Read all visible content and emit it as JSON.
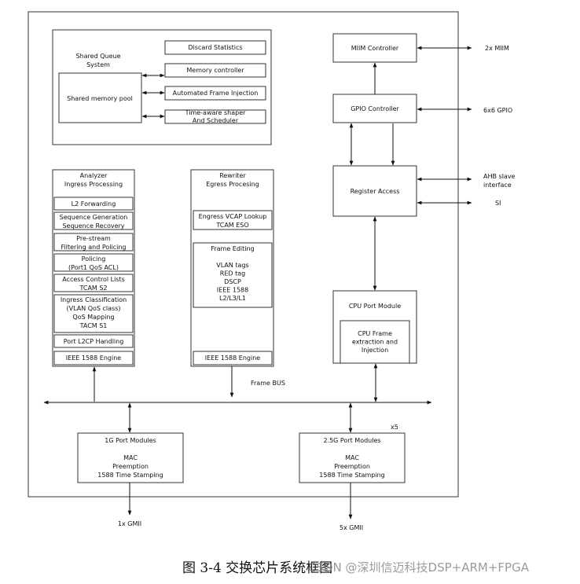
{
  "queue": {
    "title": [
      "Shared Queue",
      "System"
    ],
    "pool": "Shared memory pool",
    "blocks": [
      "Discard Statistics",
      "Memory controller",
      "Automated Frame Injection",
      [
        "Time-aware shaper",
        "And Scheduler"
      ]
    ]
  },
  "analyzer": {
    "title": [
      "Analyzer",
      "Ingress Processing"
    ],
    "blocks": [
      [
        "L2 Forwarding"
      ],
      [
        "Sequence Generation",
        "Sequence Recovery"
      ],
      [
        "Pre-stream",
        "Filtering and Policing"
      ],
      [
        "Policing",
        "(Port1 QoS ACL)"
      ],
      [
        "Access Control Lists",
        "TCAM S2"
      ],
      [
        "Ingress Classification",
        "(VLAN QoS class)",
        "QoS Mapping",
        "TACM S1"
      ],
      [
        "Port L2CP Handling"
      ],
      [
        "IEEE 1588 Engine"
      ]
    ]
  },
  "rewriter": {
    "title": [
      "Rewriter",
      "Egress Procesing"
    ],
    "vcap": [
      "Engress VCAP Lookup",
      "TCAM ESO"
    ],
    "editing": [
      "Frame Editing",
      "",
      "VLAN tags",
      "RED tag",
      "DSCP",
      "IEEE 1588",
      "L2/L3/L1"
    ],
    "engine": "IEEE 1588 Engine"
  },
  "right": {
    "miim": "MIIM Controller",
    "gpio": "GPIO Controller",
    "register": "Register Access",
    "cpu": "CPU Port Module",
    "cpu_inner": [
      "CPU Frame",
      "extraction and",
      "Injection"
    ]
  },
  "external": {
    "miim": "2x MIIM",
    "gpio": "6x6 GPIO",
    "ahb": [
      "AHB slave",
      "interface"
    ],
    "si": "SI",
    "gmii1": "1x GMII",
    "gmii5": "5x GMII"
  },
  "bus": {
    "label": "Frame BUS",
    "x5": "x5"
  },
  "ports": {
    "g1": [
      "1G Port Modules",
      "",
      "MAC",
      "Preemption",
      "1588 Time Stamping"
    ],
    "g25": [
      "2.5G Port Modules",
      "",
      "MAC",
      "Preemption",
      "1588 Time Stamping"
    ]
  },
  "caption": "图 3-4  交换芯片系统框图",
  "watermark": "CSDN @深圳信迈科技DSP+ARM+FPGA"
}
